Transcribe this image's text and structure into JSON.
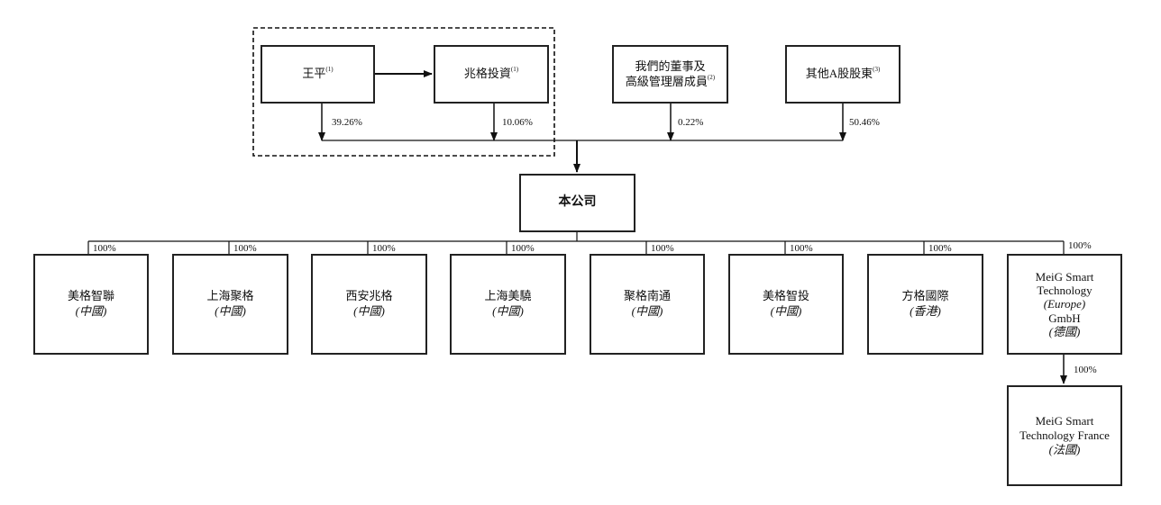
{
  "shareholders": [
    {
      "name": "王平",
      "note": "(1)",
      "pct": "39.26%"
    },
    {
      "name": "兆格投資",
      "note": "(1)",
      "pct": "10.06%"
    },
    {
      "name_line1": "我們的董事及",
      "name_line2": "高級管理層成員",
      "note": "(2)",
      "pct": "0.22%"
    },
    {
      "name": "其他A股股東",
      "note": "(3)",
      "pct": "50.46%"
    }
  ],
  "company": "本公司",
  "subsidiaries": [
    {
      "name": "美格智聯",
      "region": "(中國)",
      "pct": "100%"
    },
    {
      "name": "上海聚格",
      "region": "(中國)",
      "pct": "100%"
    },
    {
      "name": "西安兆格",
      "region": "(中國)",
      "pct": "100%"
    },
    {
      "name": "上海美驍",
      "region": "(中國)",
      "pct": "100%"
    },
    {
      "name": "聚格南通",
      "region": "(中國)",
      "pct": "100%"
    },
    {
      "name": "美格智投",
      "region": "(中國)",
      "pct": "100%"
    },
    {
      "name": "方格國際",
      "region": "(香港)",
      "pct": "100%"
    },
    {
      "line1": "MeiG Smart",
      "line2": "Technology",
      "line3": "(Europe)",
      "line4": "GmbH",
      "region": "(德國)",
      "pct": "100%"
    }
  ],
  "sub_subsidiary": {
    "line1": "MeiG Smart",
    "line2": "Technology France",
    "region": "(法國)",
    "pct": "100%"
  }
}
